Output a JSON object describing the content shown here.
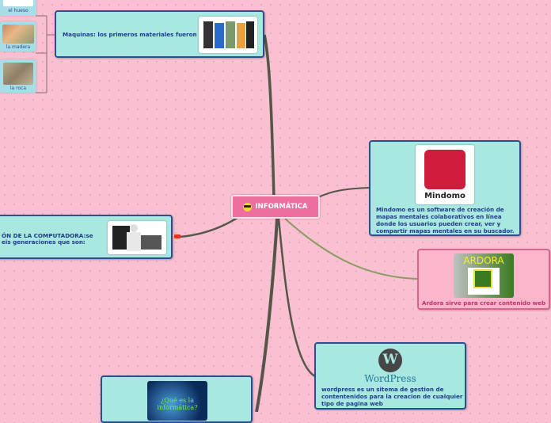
{
  "center": {
    "label": "INFORMÁTICA",
    "icon": "sunglasses-emoji-icon"
  },
  "nodes": {
    "machines": {
      "text": "Maquinas: los primeros materiales fueron",
      "image": "smartphones-image"
    },
    "mindomo": {
      "text": "Mindomo es un software de creación de mapas mentales colaborativos en línea donde los usuarios pueden crear, ver y compartir mapas mentales en su buscador.",
      "image_label": "Mindomo"
    },
    "ardora": {
      "text": "Ardora sirve para crear contenido web",
      "image_label": "ARDORA"
    },
    "wordpress": {
      "text": "wordpress es un sitema de gestion de contentenidos para la creacion de cualquier tipo de pagina web",
      "image_label": "WordPress"
    },
    "computer": {
      "line1": "ÓN DE LA COMPUTADORA:se",
      "line2": "eis generaciones que son:",
      "image": "computer-repair-image"
    },
    "what_is": {
      "image_label_1": "¿Qué es la",
      "image_label_2": "informática?"
    }
  },
  "materials": [
    {
      "label": "el hueso"
    },
    {
      "label": "la madera"
    },
    {
      "label": "la roca"
    }
  ],
  "colors": {
    "background": "#f8c0d0",
    "node_fill": "#a8e8e0",
    "node_border": "#2a4f8a",
    "center_fill": "#ec6fa0",
    "ardora_fill": "#fbb6cc",
    "ardora_text": "#c0336a",
    "branch_dark": "#4a4a42",
    "branch_olive": "#8a9a60"
  }
}
